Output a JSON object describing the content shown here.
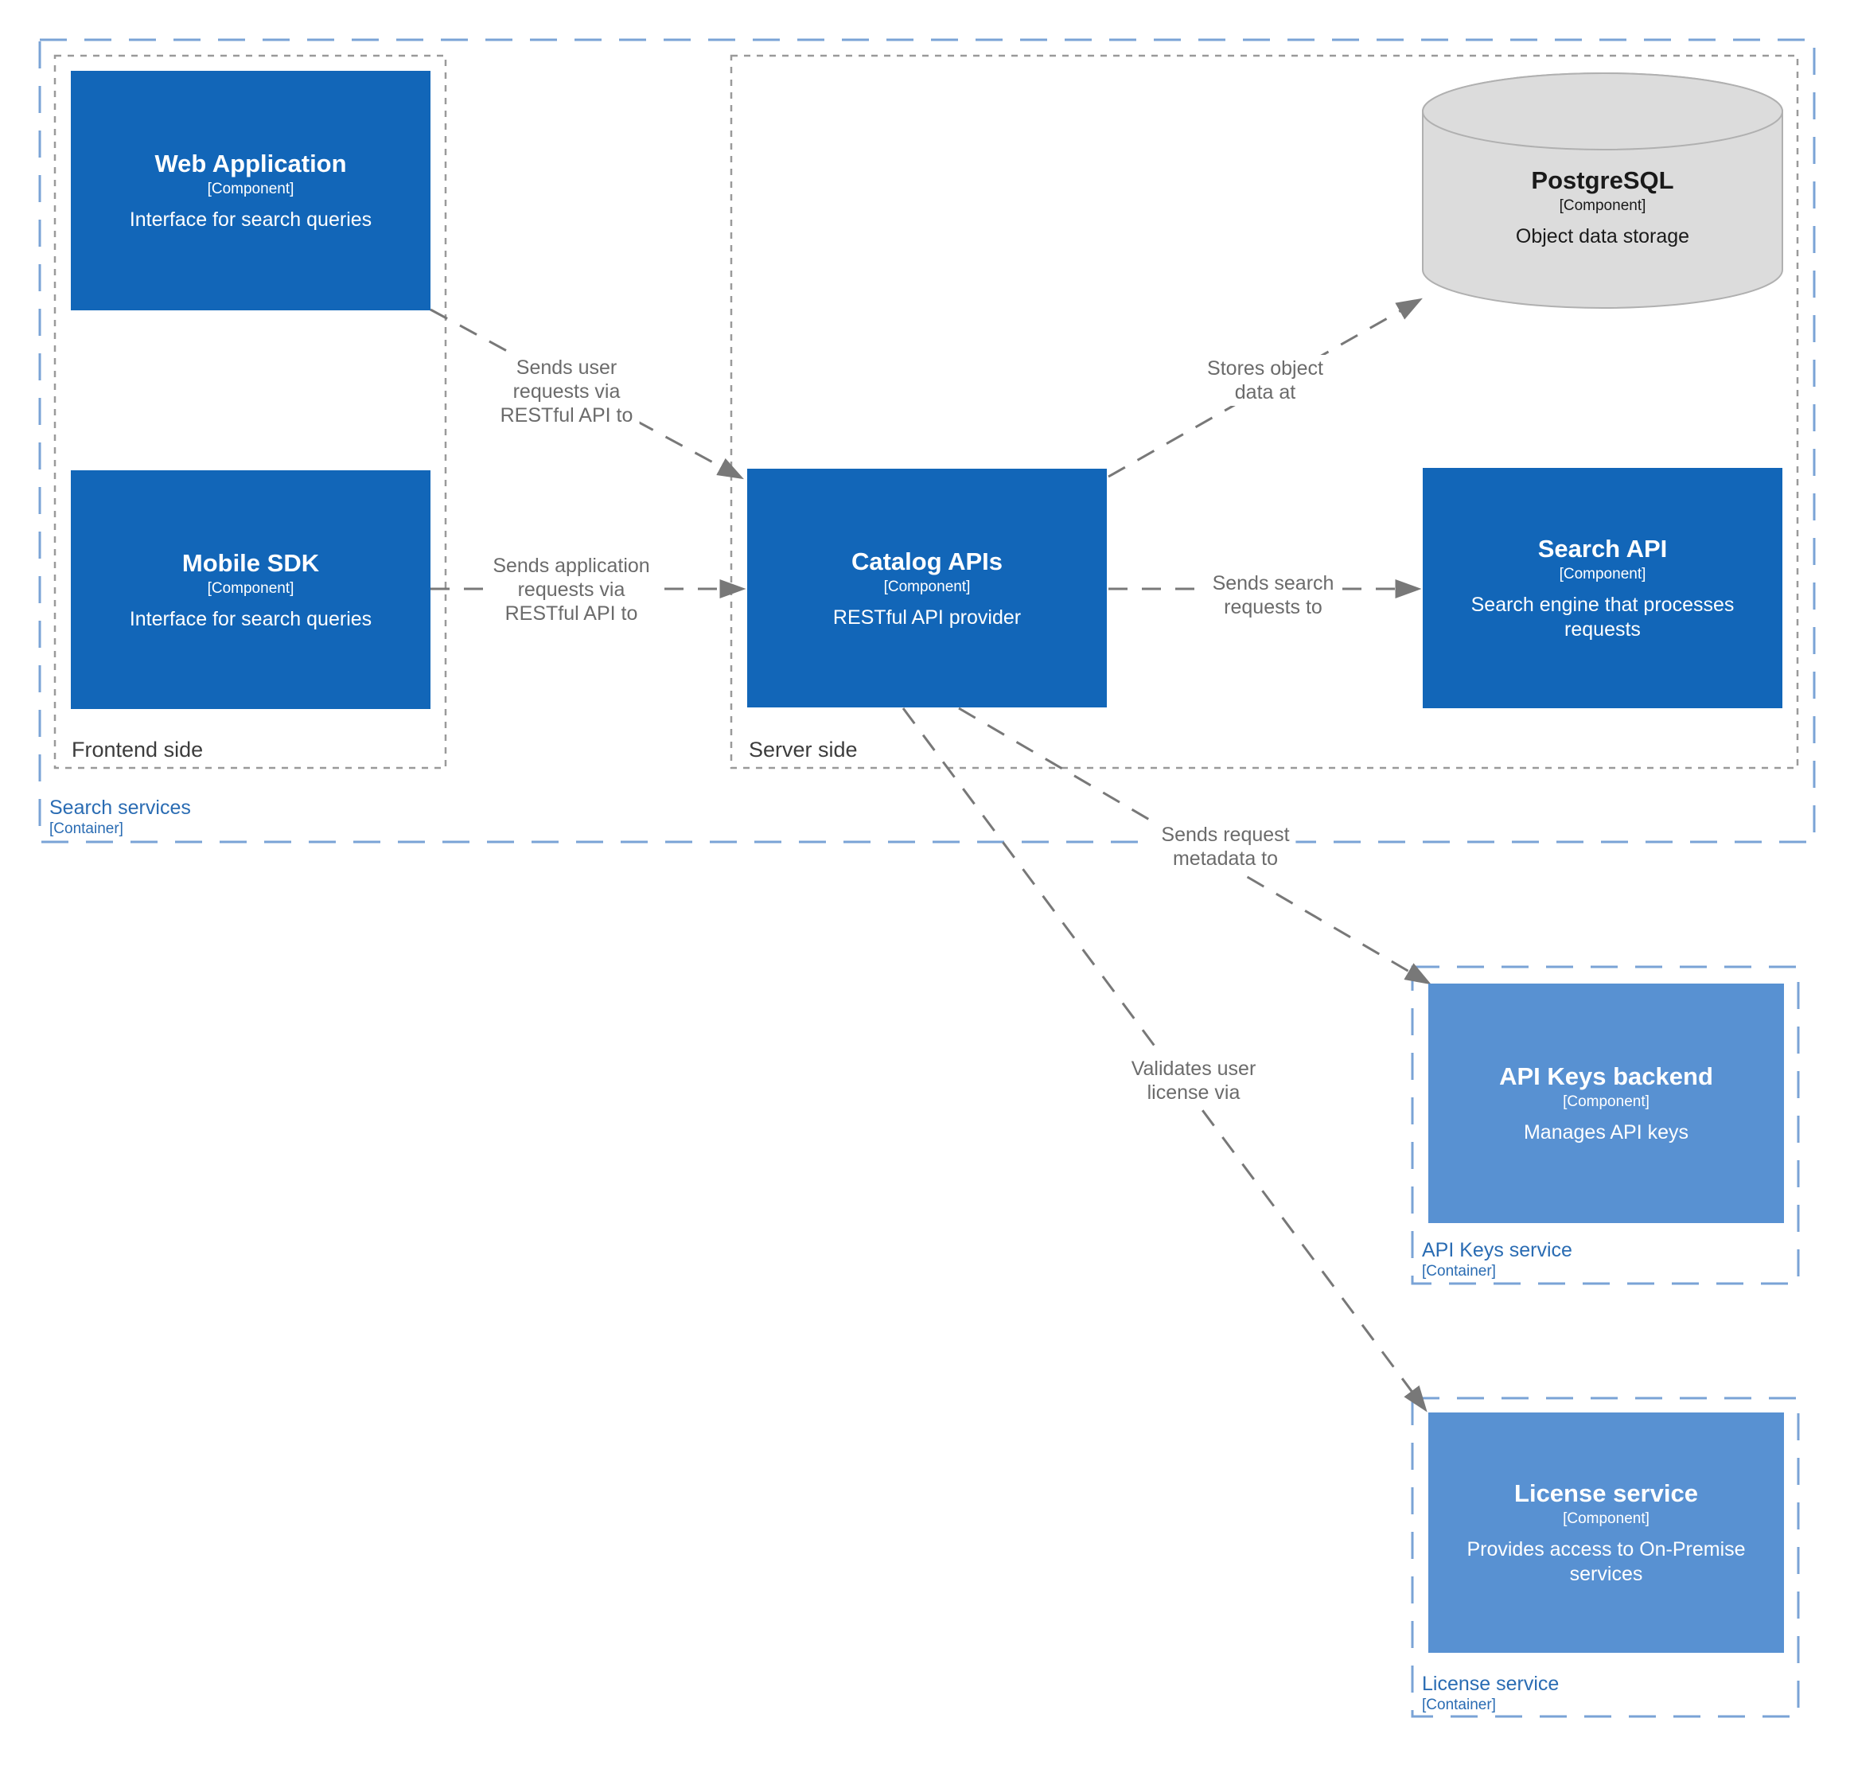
{
  "colors": {
    "component_dark": "#1266b8",
    "component_light": "#5891d2",
    "database_fill": "#dcdcdc",
    "database_stroke": "#b0b0b0",
    "container_border": "#7aa3d6",
    "container_label": "#2a6cb3",
    "group_border": "#9a9a9a",
    "group_label": "#3c3c3c",
    "edge": "#787878",
    "edge_text": "#6b6b6b"
  },
  "containers": {
    "search_services": {
      "name": "Search services",
      "type": "[Container]"
    },
    "api_keys_service": {
      "name": "API Keys service",
      "type": "[Container]"
    },
    "license_service": {
      "name": "License service",
      "type": "[Container]"
    }
  },
  "groups": {
    "frontend": {
      "name": "Frontend side"
    },
    "server": {
      "name": "Server side"
    }
  },
  "nodes": {
    "web_application": {
      "title": "Web Application",
      "type": "[Component]",
      "description": "Interface for search queries"
    },
    "mobile_sdk": {
      "title": "Mobile SDK",
      "type": "[Component]",
      "description": "Interface for search queries"
    },
    "catalog_apis": {
      "title": "Catalog APIs",
      "type": "[Component]",
      "description": "RESTful API provider"
    },
    "postgresql": {
      "title": "PostgreSQL",
      "type": "[Component]",
      "description": "Object data storage"
    },
    "search_api": {
      "title": "Search API",
      "type": "[Component]",
      "description": "Search engine that processes requests"
    },
    "api_keys_backend": {
      "title": "API Keys backend",
      "type": "[Component]",
      "description": "Manages API keys"
    },
    "license_service_component": {
      "title": "License service",
      "type": "[Component]",
      "description": "Provides access to On-Premise services"
    }
  },
  "edges": {
    "web_to_catalog": {
      "label": "Sends user\nrequests via\nRESTful API to"
    },
    "mobile_to_catalog": {
      "label": "Sends application\nrequests via\nRESTful API to"
    },
    "catalog_to_postgres": {
      "label": "Stores object\ndata at"
    },
    "catalog_to_search": {
      "label": "Sends search\nrequests to"
    },
    "catalog_to_apikeys": {
      "label": "Sends request\nmetadata to"
    },
    "catalog_to_license": {
      "label": "Validates user\nlicense via"
    }
  }
}
